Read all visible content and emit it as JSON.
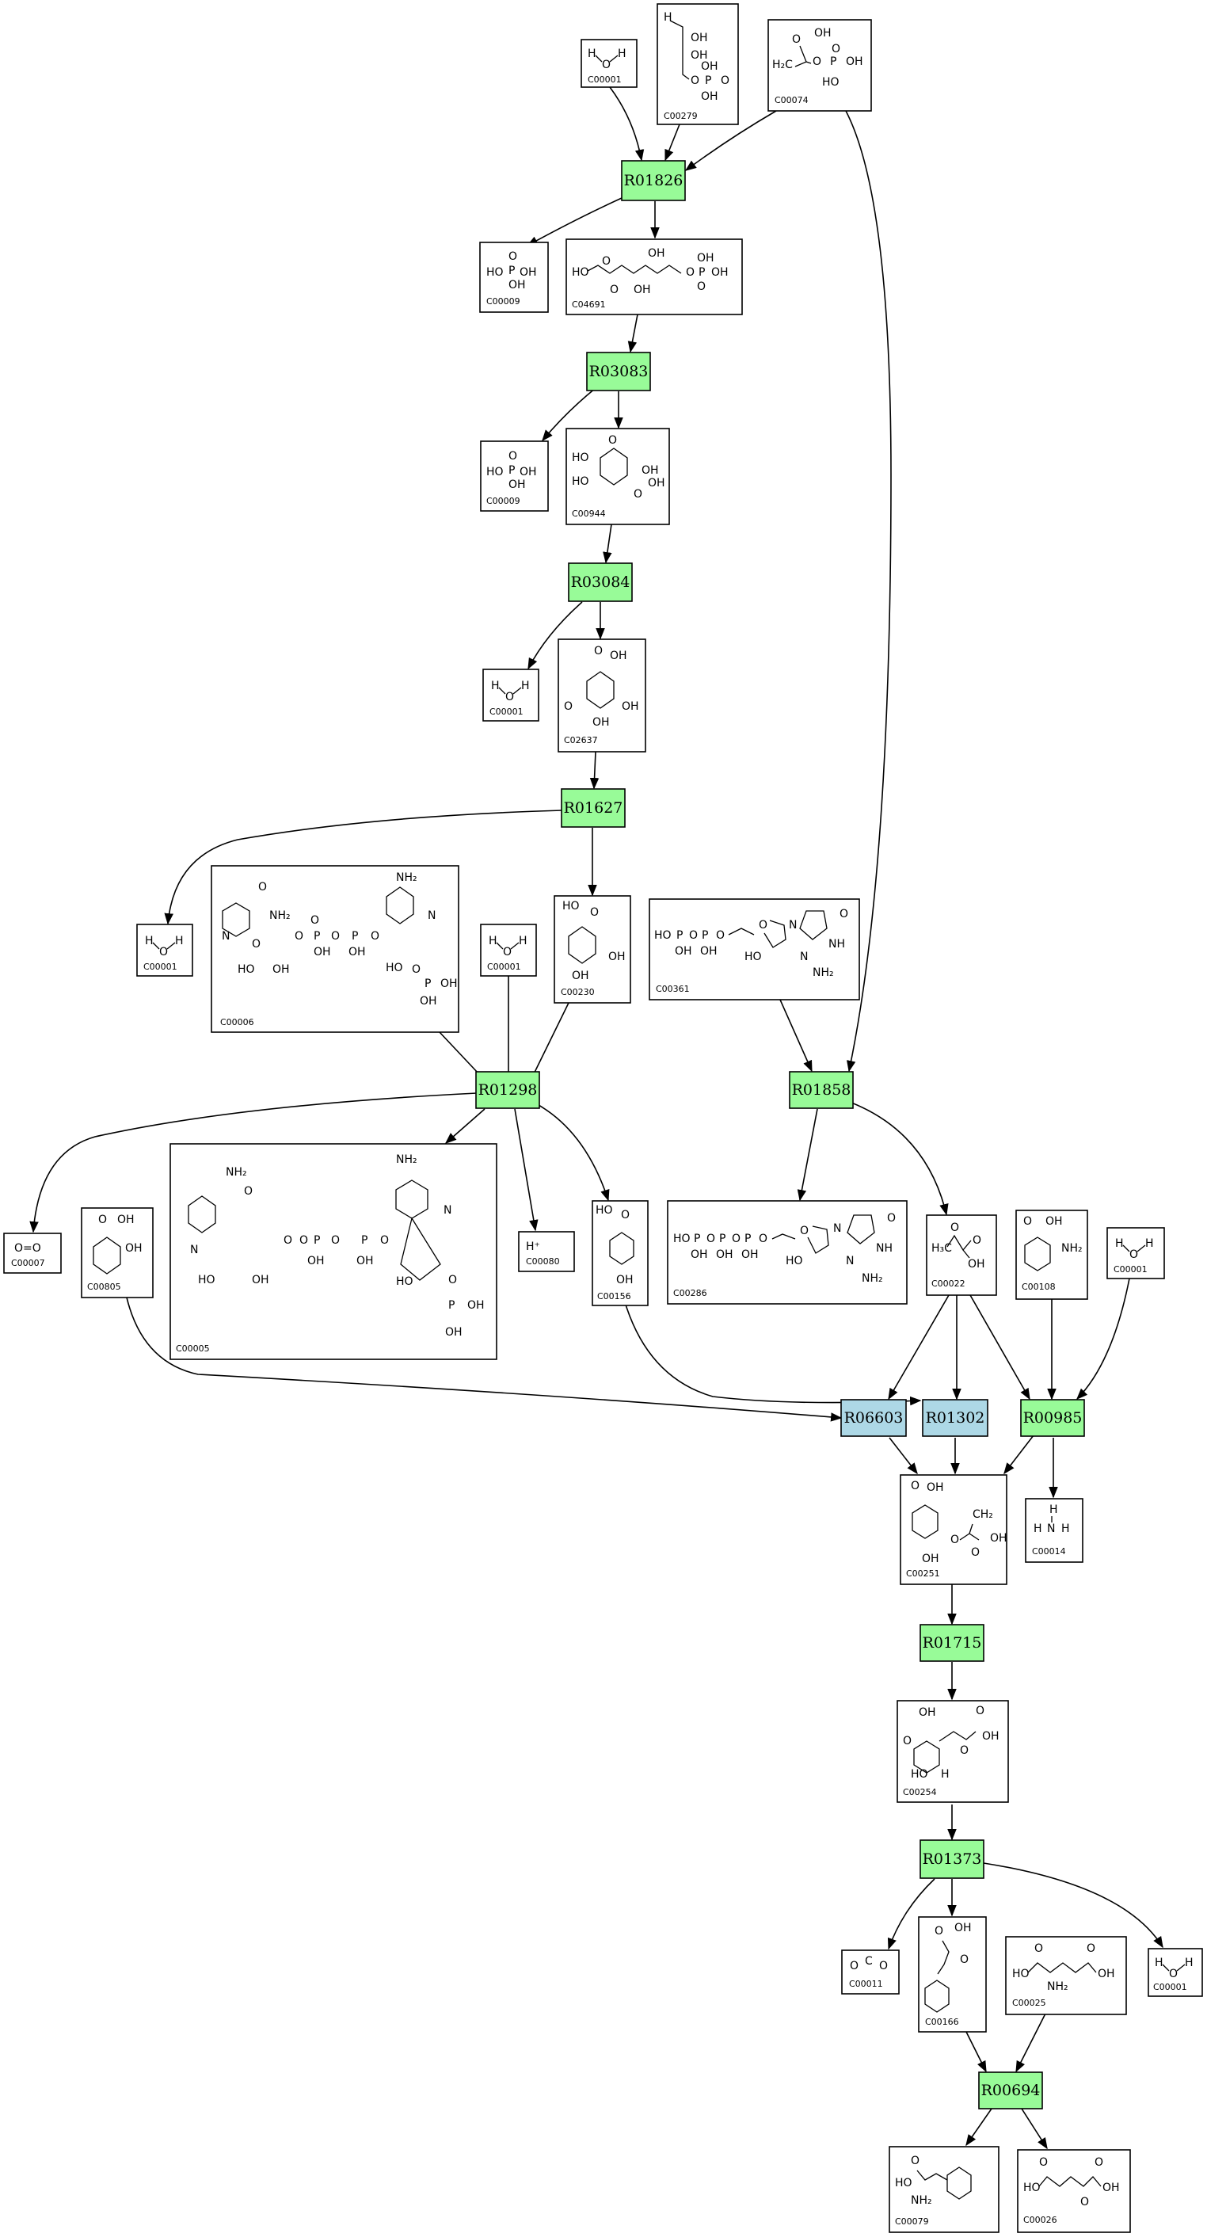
{
  "colors": {
    "reaction_green": "#98fb98",
    "reaction_blue": "#add8e6",
    "border": "#000000",
    "background": "#ffffff"
  },
  "reactions": [
    {
      "id": "R01826",
      "color": "green"
    },
    {
      "id": "R03083",
      "color": "green"
    },
    {
      "id": "R03084",
      "color": "green"
    },
    {
      "id": "R01627",
      "color": "green"
    },
    {
      "id": "R01298",
      "color": "green"
    },
    {
      "id": "R01858",
      "color": "green"
    },
    {
      "id": "R06603",
      "color": "blue"
    },
    {
      "id": "R01302",
      "color": "blue"
    },
    {
      "id": "R00985",
      "color": "green"
    },
    {
      "id": "R01715",
      "color": "green"
    },
    {
      "id": "R01373",
      "color": "green"
    },
    {
      "id": "R00694",
      "color": "green"
    }
  ],
  "compounds": [
    {
      "id": "C00001",
      "formula_text": [
        "H",
        "O",
        "H"
      ]
    },
    {
      "id": "C00279",
      "formula_text": [
        "H",
        "OH",
        "OH",
        "O",
        "P",
        "O",
        "OH",
        "OH"
      ]
    },
    {
      "id": "C00074",
      "formula_text": [
        "OH",
        "O",
        "H₂C",
        "O",
        "P",
        "OH",
        "O",
        "HO"
      ]
    },
    {
      "id": "C00009",
      "formula_text": [
        "O",
        "HO",
        "P",
        "OH",
        "OH"
      ]
    },
    {
      "id": "C04691",
      "formula_text": [
        "HO",
        "O",
        "O",
        "OH",
        "OH",
        "O",
        "P",
        "OH",
        "OH",
        "O"
      ]
    },
    {
      "id": "C00944",
      "formula_text": [
        "HO",
        "O",
        "HO",
        "OH",
        "O",
        "OH"
      ]
    },
    {
      "id": "C02637",
      "formula_text": [
        "O",
        "OH",
        "O",
        "OH",
        "OH"
      ]
    },
    {
      "id": "C00006",
      "formula_text": [
        "NH₂",
        "O",
        "NH₂",
        "N",
        "O",
        "O",
        "O",
        "P",
        "O",
        "P",
        "O",
        "HO",
        "OH",
        "OH",
        "OH",
        "HO",
        "O",
        "P",
        "OH",
        "OH",
        "N"
      ]
    },
    {
      "id": "C00230",
      "formula_text": [
        "HO",
        "O",
        "OH",
        "OH"
      ]
    },
    {
      "id": "C00361",
      "formula_text": [
        "HO",
        "P",
        "O",
        "P",
        "O",
        "OH",
        "OH",
        "O",
        "N",
        "O",
        "NH",
        "N",
        "NH₂",
        "HO"
      ]
    },
    {
      "id": "C00007",
      "formula_text": [
        "O=O"
      ]
    },
    {
      "id": "C00805",
      "formula_text": [
        "O",
        "OH",
        "OH"
      ]
    },
    {
      "id": "C00005",
      "formula_text": [
        "NH₂",
        "O",
        "NH₂",
        "N",
        "O",
        "O",
        "P",
        "O",
        "P",
        "O",
        "OH",
        "OH",
        "HO",
        "OH",
        "HO",
        "O",
        "P",
        "OH",
        "OH",
        "N"
      ]
    },
    {
      "id": "C00080",
      "formula_text": [
        "H⁺"
      ]
    },
    {
      "id": "C00156",
      "formula_text": [
        "HO",
        "O",
        "OH"
      ]
    },
    {
      "id": "C00286",
      "formula_text": [
        "HO",
        "P",
        "O",
        "P",
        "O",
        "P",
        "O",
        "OH",
        "OH",
        "OH",
        "O",
        "N",
        "O",
        "NH",
        "N",
        "NH₂",
        "HO"
      ]
    },
    {
      "id": "C00022",
      "formula_text": [
        "O",
        "H₃C",
        "O",
        "OH"
      ]
    },
    {
      "id": "C00108",
      "formula_text": [
        "O",
        "OH",
        "NH₂"
      ]
    },
    {
      "id": "C00014",
      "formula_text": [
        "H",
        "H",
        "N",
        "H"
      ]
    },
    {
      "id": "C00251",
      "formula_text": [
        "O",
        "OH",
        "O",
        "CH₂",
        "O",
        "OH",
        "OH"
      ]
    },
    {
      "id": "C00254",
      "formula_text": [
        "OH",
        "O",
        "O",
        "OH",
        "O",
        "HO",
        "H"
      ]
    },
    {
      "id": "C00011",
      "formula_text": [
        "O",
        "C",
        "O"
      ]
    },
    {
      "id": "C00166",
      "formula_text": [
        "O",
        "OH",
        "O"
      ]
    },
    {
      "id": "C00025",
      "formula_text": [
        "O",
        "O",
        "HO",
        "OH",
        "NH₂"
      ]
    },
    {
      "id": "C00079",
      "formula_text": [
        "O",
        "HO",
        "NH₂"
      ]
    },
    {
      "id": "C00026",
      "formula_text": [
        "O",
        "O",
        "HO",
        "OH",
        "O"
      ]
    }
  ],
  "edges": [
    [
      "C00001",
      "R01826"
    ],
    [
      "C00279",
      "R01826"
    ],
    [
      "C00074",
      "R01826"
    ],
    [
      "C00074",
      "R01858"
    ],
    [
      "R01826",
      "C00009"
    ],
    [
      "R01826",
      "C04691"
    ],
    [
      "C04691",
      "R03083"
    ],
    [
      "R03083",
      "C00009"
    ],
    [
      "R03083",
      "C00944"
    ],
    [
      "C00944",
      "R03084"
    ],
    [
      "R03084",
      "C00001"
    ],
    [
      "R03084",
      "C02637"
    ],
    [
      "C02637",
      "R01627"
    ],
    [
      "R01627",
      "C00001"
    ],
    [
      "R01627",
      "C00230"
    ],
    [
      "C00006",
      "R01298"
    ],
    [
      "C00001",
      "R01298"
    ],
    [
      "C00230",
      "R01298"
    ],
    [
      "C00361",
      "R01858"
    ],
    [
      "R01298",
      "C00007"
    ],
    [
      "R01298",
      "C00005"
    ],
    [
      "R01298",
      "C00080"
    ],
    [
      "R01298",
      "C00156"
    ],
    [
      "R01858",
      "C00286"
    ],
    [
      "R01858",
      "C00022"
    ],
    [
      "C00805",
      "R06603"
    ],
    [
      "C00156",
      "R01302"
    ],
    [
      "C00022",
      "R06603"
    ],
    [
      "C00022",
      "R01302"
    ],
    [
      "C00022",
      "R00985"
    ],
    [
      "C00108",
      "R00985"
    ],
    [
      "C00001",
      "R00985"
    ],
    [
      "R06603",
      "C00251"
    ],
    [
      "R01302",
      "C00251"
    ],
    [
      "R00985",
      "C00251"
    ],
    [
      "R00985",
      "C00014"
    ],
    [
      "C00251",
      "R01715"
    ],
    [
      "R01715",
      "C00254"
    ],
    [
      "C00254",
      "R01373"
    ],
    [
      "R01373",
      "C00011"
    ],
    [
      "R01373",
      "C00166"
    ],
    [
      "R01373",
      "C00001"
    ],
    [
      "C00166",
      "R00694"
    ],
    [
      "C00025",
      "R00694"
    ],
    [
      "R00694",
      "C00079"
    ],
    [
      "R00694",
      "C00026"
    ]
  ]
}
